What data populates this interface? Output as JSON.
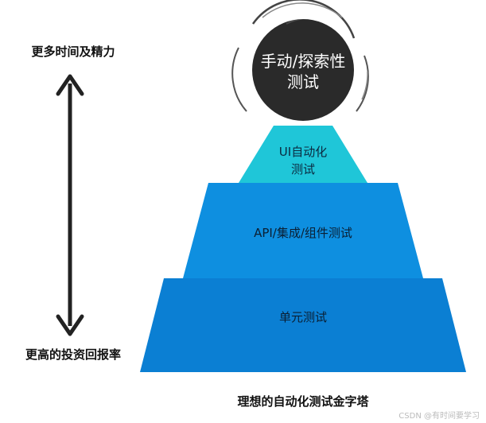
{
  "left_axis": {
    "top_label": "更多时间及精力",
    "bottom_label": "更高的投资回报率"
  },
  "pyramid": {
    "layers": [
      {
        "id": "manual",
        "line1": "手动/探索性",
        "line2": "测试",
        "color": "#2a2a2a"
      },
      {
        "id": "ui",
        "line1": "UI自动化",
        "line2": "测试",
        "color": "#1fc6d8"
      },
      {
        "id": "api",
        "line1": "API/集成/组件测试",
        "color": "#0e8fe0"
      },
      {
        "id": "unit",
        "line1": "单元测试",
        "color": "#0b7fd3"
      }
    ]
  },
  "caption": "理想的自动化测试金字塔",
  "watermark": "CSDN @有时间要学习",
  "colors": {
    "arrow": "#222222",
    "text_dark": "#111111",
    "text_light": "#ffffff"
  }
}
